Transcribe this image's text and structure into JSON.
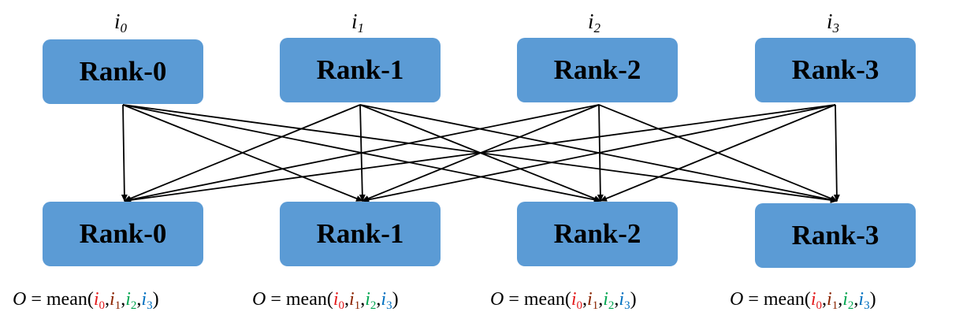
{
  "colors": {
    "box_fill": "#5b9bd5",
    "i0": "#e31a1c",
    "i1": "#8b2500",
    "i2": "#00a651",
    "i3": "#0070c0",
    "arrow": "#000000"
  },
  "inputs": [
    {
      "symbol": "i",
      "sub": "0",
      "color": "#e31a1c"
    },
    {
      "symbol": "i",
      "sub": "1",
      "color": "#8b2500"
    },
    {
      "symbol": "i",
      "sub": "2",
      "color": "#00a651"
    },
    {
      "symbol": "i",
      "sub": "3",
      "color": "#0070c0"
    }
  ],
  "top_ranks": [
    "Rank-0",
    "Rank-1",
    "Rank-2",
    "Rank-3"
  ],
  "bottom_ranks": [
    "Rank-0",
    "Rank-1",
    "Rank-2",
    "Rank-3"
  ],
  "formula": {
    "output_symbol": "O",
    "equals": "=",
    "func": "mean",
    "open": "(",
    "close": ")",
    "sep": ","
  },
  "connections": "all-to-all"
}
